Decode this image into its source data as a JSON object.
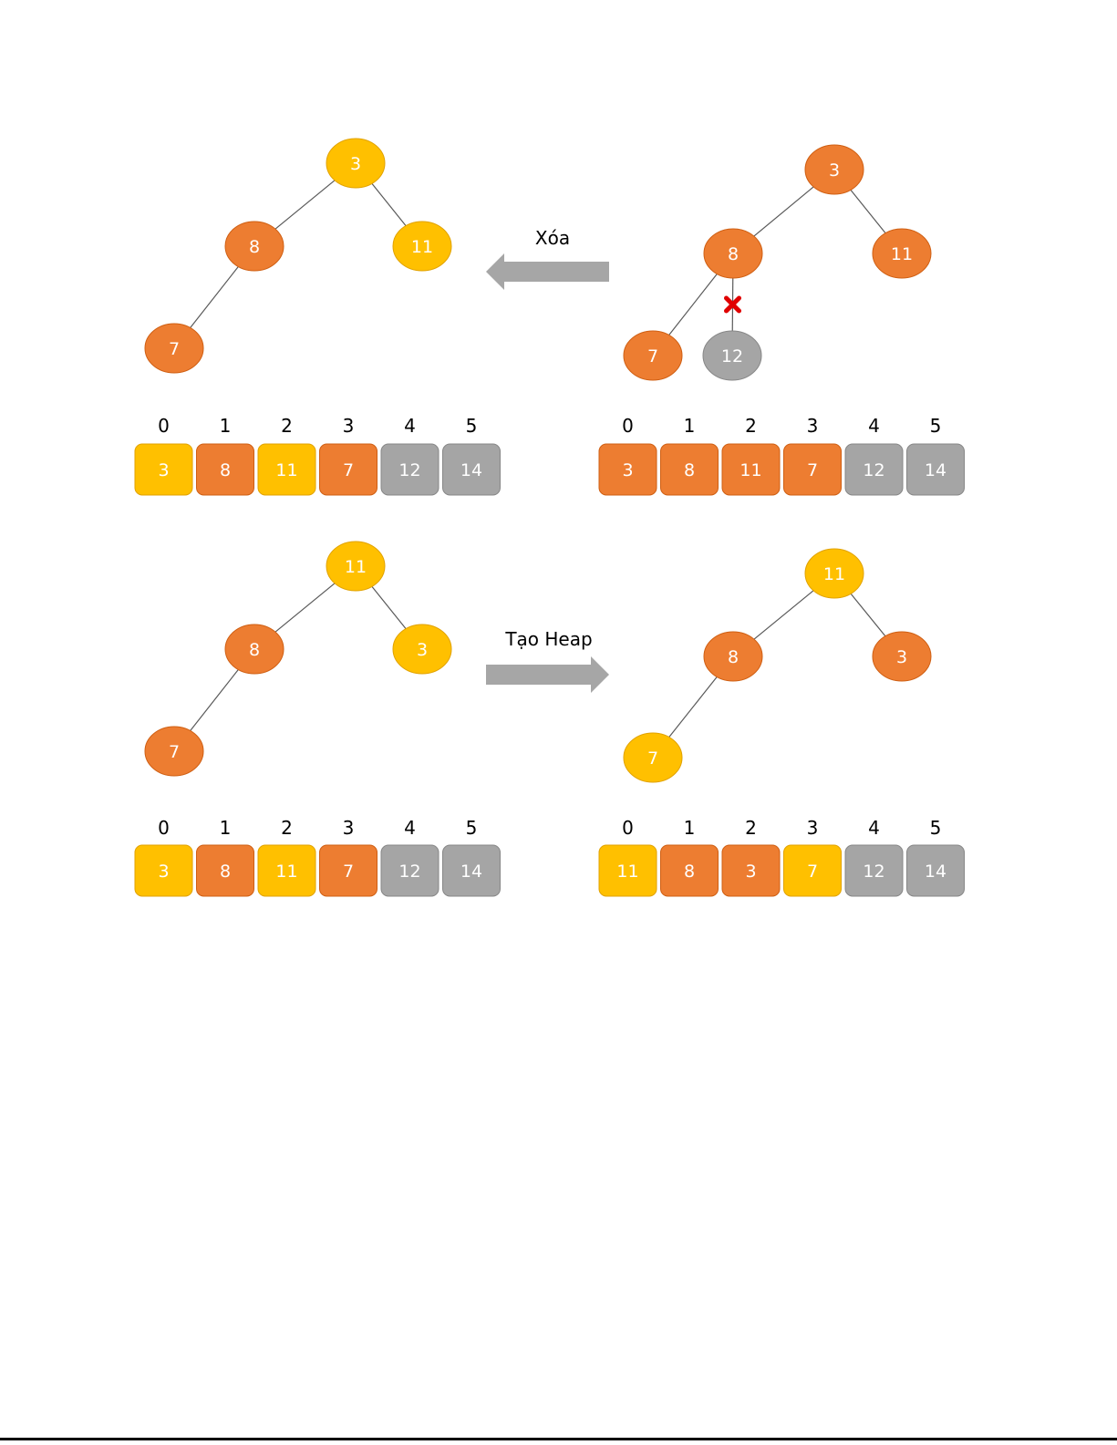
{
  "colors": {
    "yellow": "#FFC000",
    "orange": "#ED7D31",
    "gray": "#A5A5A5",
    "x_mark": "#E00000",
    "arrow": "#A6A6A6"
  },
  "panels": [
    {
      "id": "top-left",
      "nodes": [
        {
          "label": "3",
          "color": "yellow"
        },
        {
          "label": "8",
          "color": "orange"
        },
        {
          "label": "11",
          "color": "yellow"
        },
        {
          "label": "7",
          "color": "orange"
        }
      ],
      "edges": [
        [
          0,
          1
        ],
        [
          0,
          2
        ],
        [
          1,
          3
        ]
      ],
      "array": {
        "indices": [
          "0",
          "1",
          "2",
          "3",
          "4",
          "5"
        ],
        "cells": [
          {
            "value": "3",
            "color": "yellow"
          },
          {
            "value": "8",
            "color": "orange"
          },
          {
            "value": "11",
            "color": "yellow"
          },
          {
            "value": "7",
            "color": "orange"
          },
          {
            "value": "12",
            "color": "gray"
          },
          {
            "value": "14",
            "color": "gray"
          }
        ]
      }
    },
    {
      "id": "top-right",
      "nodes": [
        {
          "label": "3",
          "color": "orange"
        },
        {
          "label": "8",
          "color": "orange"
        },
        {
          "label": "11",
          "color": "orange"
        },
        {
          "label": "7",
          "color": "orange"
        },
        {
          "label": "12",
          "color": "gray"
        }
      ],
      "edges": [
        [
          0,
          1
        ],
        [
          0,
          2
        ],
        [
          1,
          3
        ],
        [
          1,
          4
        ]
      ],
      "deleted_edge": [
        1,
        4
      ],
      "array": {
        "indices": [
          "0",
          "1",
          "2",
          "3",
          "4",
          "5"
        ],
        "cells": [
          {
            "value": "3",
            "color": "orange"
          },
          {
            "value": "8",
            "color": "orange"
          },
          {
            "value": "11",
            "color": "orange"
          },
          {
            "value": "7",
            "color": "orange"
          },
          {
            "value": "12",
            "color": "gray"
          },
          {
            "value": "14",
            "color": "gray"
          }
        ]
      }
    },
    {
      "id": "bottom-left",
      "nodes": [
        {
          "label": "11",
          "color": "yellow"
        },
        {
          "label": "8",
          "color": "orange"
        },
        {
          "label": "3",
          "color": "yellow"
        },
        {
          "label": "7",
          "color": "orange"
        }
      ],
      "edges": [
        [
          0,
          1
        ],
        [
          0,
          2
        ],
        [
          1,
          3
        ]
      ],
      "array": {
        "indices": [
          "0",
          "1",
          "2",
          "3",
          "4",
          "5"
        ],
        "cells": [
          {
            "value": "3",
            "color": "yellow"
          },
          {
            "value": "8",
            "color": "orange"
          },
          {
            "value": "11",
            "color": "yellow"
          },
          {
            "value": "7",
            "color": "orange"
          },
          {
            "value": "12",
            "color": "gray"
          },
          {
            "value": "14",
            "color": "gray"
          }
        ]
      }
    },
    {
      "id": "bottom-right",
      "nodes": [
        {
          "label": "11",
          "color": "yellow"
        },
        {
          "label": "8",
          "color": "orange"
        },
        {
          "label": "3",
          "color": "orange"
        },
        {
          "label": "7",
          "color": "yellow"
        }
      ],
      "edges": [
        [
          0,
          1
        ],
        [
          0,
          2
        ],
        [
          1,
          3
        ]
      ],
      "array": {
        "indices": [
          "0",
          "1",
          "2",
          "3",
          "4",
          "5"
        ],
        "cells": [
          {
            "value": "11",
            "color": "yellow"
          },
          {
            "value": "8",
            "color": "orange"
          },
          {
            "value": "3",
            "color": "orange"
          },
          {
            "value": "7",
            "color": "yellow"
          },
          {
            "value": "12",
            "color": "gray"
          },
          {
            "value": "14",
            "color": "gray"
          }
        ]
      }
    }
  ],
  "arrows": [
    {
      "label": "Xóa",
      "direction": "left"
    },
    {
      "label": "Tạo Heap",
      "direction": "right"
    }
  ]
}
